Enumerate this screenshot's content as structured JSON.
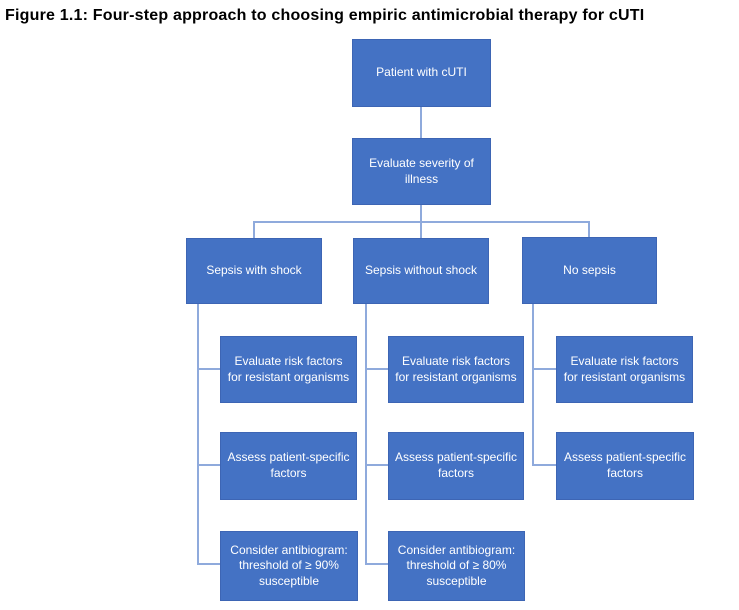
{
  "title": "Figure 1.1: Four-step approach to choosing empiric antimicrobial therapy for cUTI",
  "colors": {
    "box_fill": "#4472C4",
    "box_border": "#3D65B4",
    "connector_line": "#8FAADC",
    "box_text": "#FFFFFF",
    "title_text": "#000000",
    "background": "#FFFFFF"
  },
  "flowchart": {
    "root": "Patient with cUTI",
    "step2": "Evaluate severity of illness",
    "branches": [
      {
        "label": "Sepsis with shock",
        "children": [
          "Evaluate risk factors for resistant organisms",
          "Assess patient-specific factors",
          "Consider antibiogram: threshold of ≥ 90% susceptible"
        ]
      },
      {
        "label": "Sepsis without shock",
        "children": [
          "Evaluate risk factors for resistant organisms",
          "Assess patient-specific factors",
          "Consider antibiogram: threshold of ≥ 80% susceptible"
        ]
      },
      {
        "label": "No sepsis",
        "children": [
          "Evaluate risk factors for resistant organisms",
          "Assess patient-specific factors"
        ]
      }
    ]
  }
}
